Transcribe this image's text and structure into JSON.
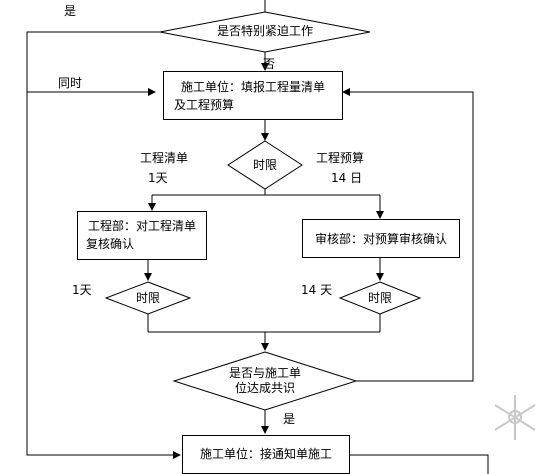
{
  "nodes": {
    "decision_urgent": "是否特别紧迫工作",
    "box_fill": [
      "施工单位：填报工程量清单",
      "及工程预算"
    ],
    "decision_time_top": "时限",
    "box_engineering": [
      "工程部：对工程清单",
      "复核确认"
    ],
    "box_audit": "审核部：对预算审核确认",
    "decision_time_left": "时限",
    "decision_time_right": "时限",
    "decision_consensus": [
      "是否与施工单",
      "位达成共识"
    ],
    "box_construct": "施工单位：接通知单施工"
  },
  "edge_labels": {
    "yes_top": "是",
    "no": "否",
    "simultaneous": "同时",
    "list_label": "工程清单",
    "list_days": "1天",
    "budget_label": "工程预算",
    "budget_days": "14 日",
    "left_days": "1天",
    "right_days": "14 天",
    "yes_bottom": "是"
  }
}
